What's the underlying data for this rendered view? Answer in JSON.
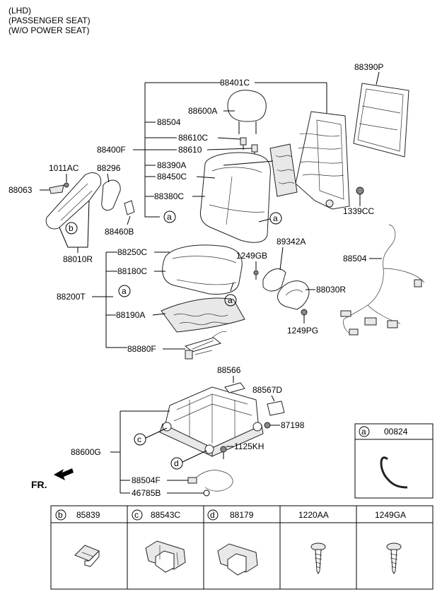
{
  "header": {
    "line1": "(LHD)",
    "line2": "(PASSENGER SEAT)",
    "line3": "(W/O POWER SEAT)"
  },
  "callouts": {
    "p88390P": "88390P",
    "p88401C": "88401C",
    "p88600A": "88600A",
    "p88504a": "88504",
    "p88610C": "88610C",
    "p88400F": "88400F",
    "p88610": "88610",
    "p88390A": "88390A",
    "p88450C": "88450C",
    "p88380C": "88380C",
    "p1011AC": "1011AC",
    "p88296": "88296",
    "p88063": "88063",
    "p88460B": "88460B",
    "p88010R": "88010R",
    "p1339CC": "1339CC",
    "p1249GB": "1249GB",
    "p89342A": "89342A",
    "p88504b": "88504",
    "p88250C": "88250C",
    "p88180C": "88180C",
    "p88200T": "88200T",
    "p88030R": "88030R",
    "p88190A": "88190A",
    "p1249PG": "1249PG",
    "p88880F": "88880F",
    "p88566": "88566",
    "p88567D": "88567D",
    "p87198": "87198",
    "p88600G": "88600G",
    "p1125KH": "1125KH",
    "p88504F": "88504F",
    "p46785B": "46785B",
    "fr": "FR."
  },
  "markers": {
    "a": "a",
    "b": "b",
    "c": "c",
    "d": "d"
  },
  "legend_a": {
    "letter": "a",
    "part": "00824"
  },
  "parts_table": [
    {
      "letter": "b",
      "part": "85839"
    },
    {
      "letter": "c",
      "part": "88543C"
    },
    {
      "letter": "d",
      "part": "88179"
    },
    {
      "letter": "",
      "part": "1220AA"
    },
    {
      "letter": "",
      "part": "1249GA"
    }
  ]
}
